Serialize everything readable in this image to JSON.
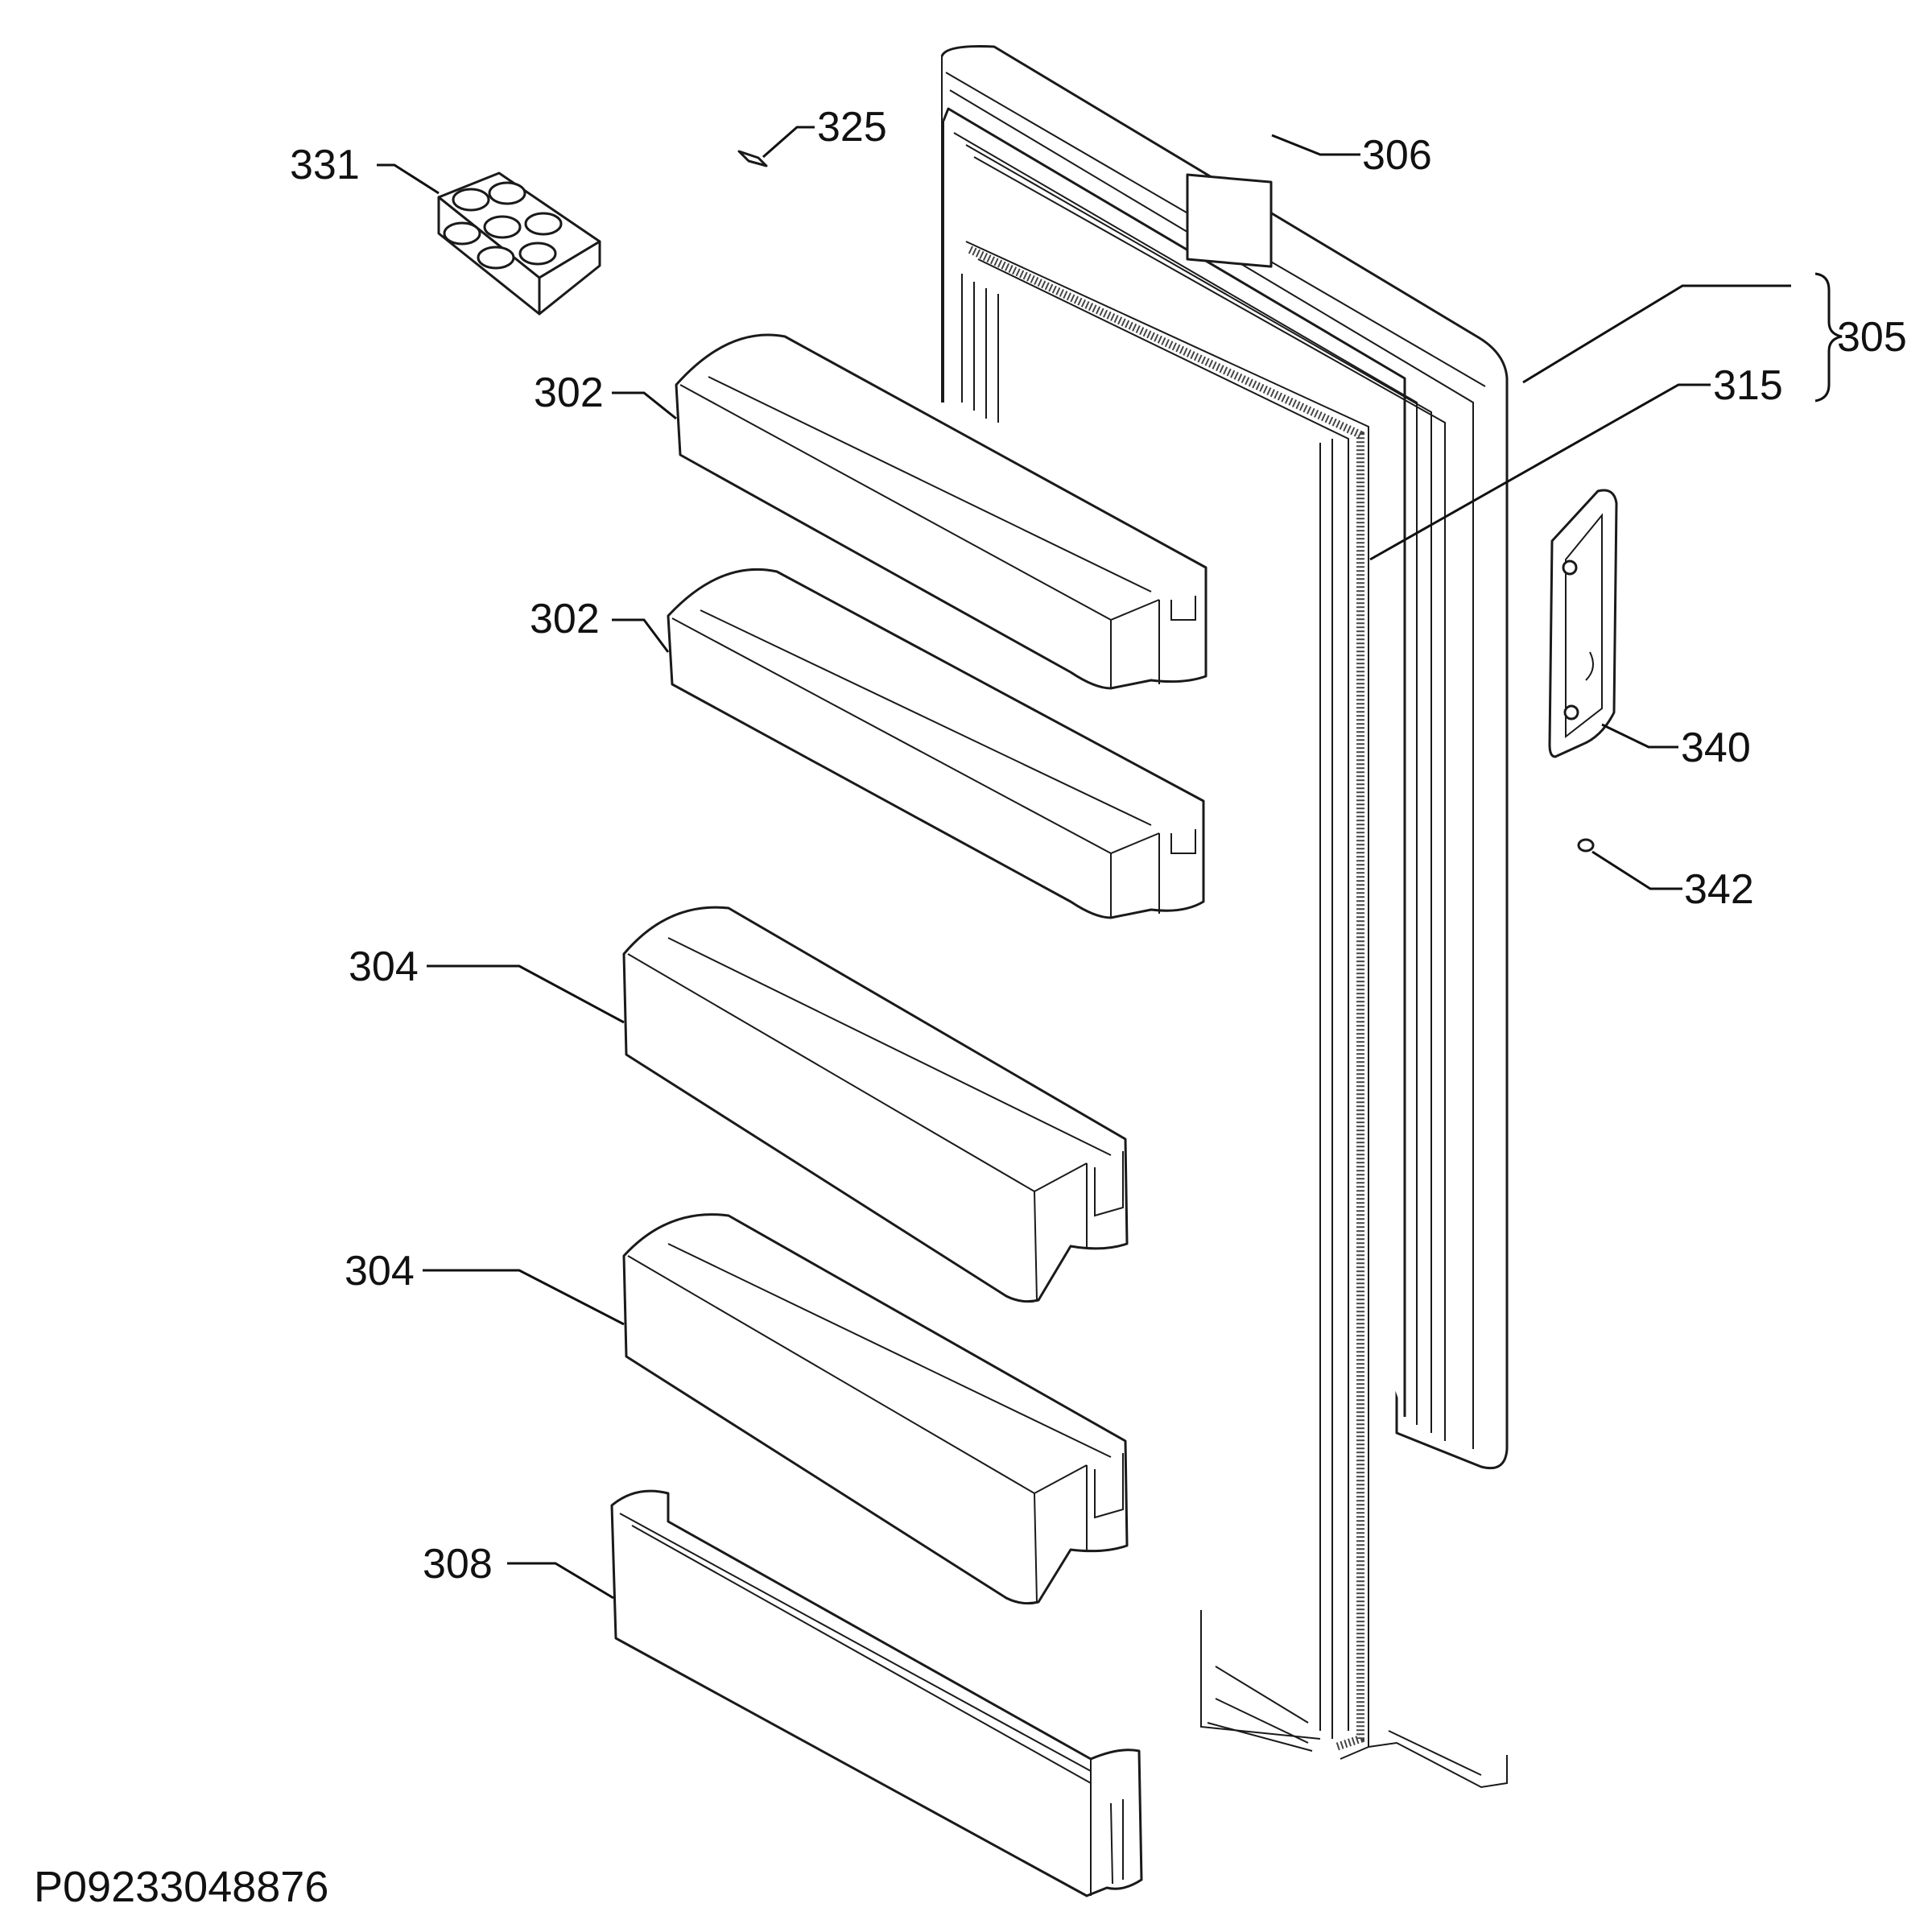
{
  "diagram": {
    "labels": {
      "331": "331",
      "325": "325",
      "306": "306",
      "305": "305",
      "315": "315",
      "302a": "302",
      "302b": "302",
      "340": "340",
      "342": "342",
      "304a": "304",
      "304b": "304",
      "308": "308"
    },
    "drawing_code": "P09233048876"
  },
  "colors": {
    "line": "#1a1a1a",
    "background": "#ffffff"
  },
  "icons": [
    "egg-tray-icon",
    "door-shelf-icon",
    "door-handle-icon",
    "screw-icon",
    "fridge-door-icon"
  ]
}
